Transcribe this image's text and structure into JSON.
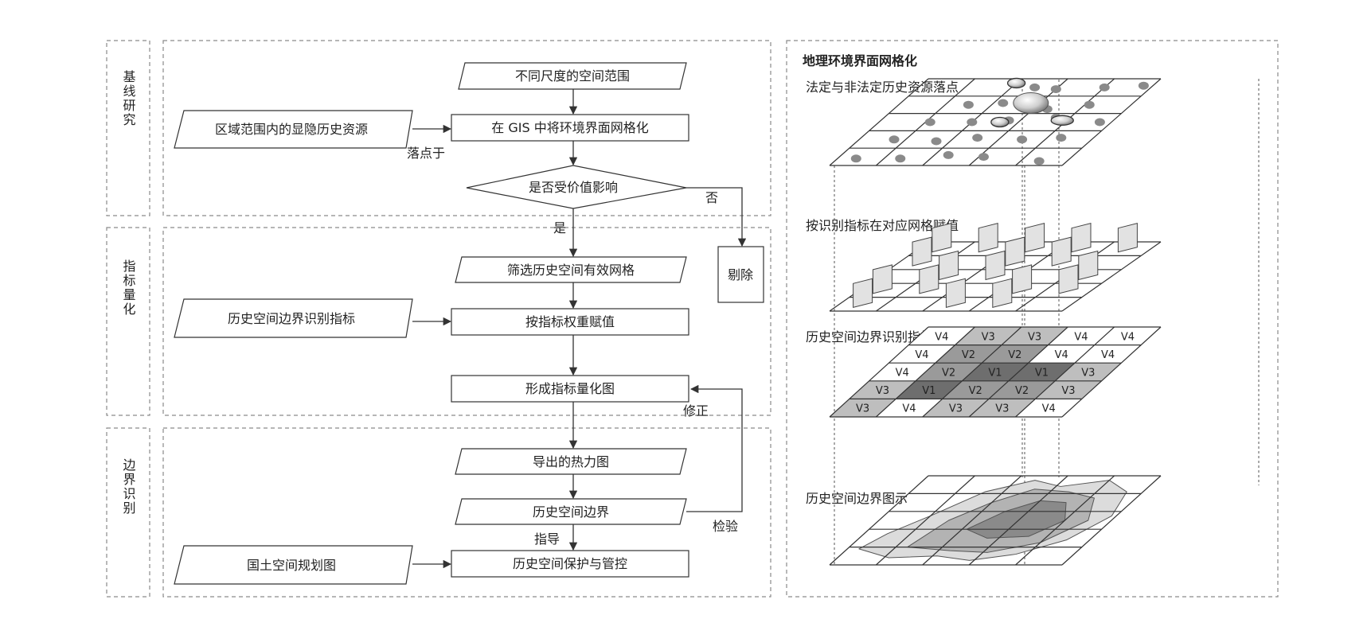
{
  "phases": [
    {
      "label": "基线研究"
    },
    {
      "label": "指标量化"
    },
    {
      "label": "边界识别"
    }
  ],
  "flow": {
    "scale_range": "不同尺度的空间范围",
    "regional_resources": "区域范围内的显隐历史资源",
    "gis_grid": "在 GIS 中将环境界面网格化",
    "land_on": "落点于",
    "value_decision": "是否受价值影响",
    "no": "否",
    "yes": "是",
    "remove": "剔除",
    "filter_grid": "筛选历史空间有效网格",
    "boundary_indicator": "历史空间边界识别指标",
    "weight_assign": "按指标权重赋值",
    "quant_map": "形成指标量化图",
    "revise": "修正",
    "heatmap": "导出的热力图",
    "boundary": "历史空间边界",
    "check": "检验",
    "guide": "指导",
    "land_plan": "国土空间规划图",
    "protect": "历史空间保护与管控"
  },
  "illustration": {
    "title": "地理环境界面网格化",
    "layer1": "法定与非法定历史资源落点",
    "layer2": "按识别指标在对应网格赋值",
    "layer3": "历史空间边界识别指标量化",
    "layer4": "历史空间边界图示",
    "cells": [
      [
        "V4",
        "V3",
        "V3",
        "V4",
        "V4"
      ],
      [
        "V4",
        "V2",
        "V2",
        "V4",
        "V4"
      ],
      [
        "V4",
        "V2",
        "V1",
        "V1",
        "V3"
      ],
      [
        "V3",
        "V1",
        "V2",
        "V2",
        "V3"
      ],
      [
        "V3",
        "V4",
        "V3",
        "V3",
        "V4"
      ]
    ],
    "colors": {
      "V1": "#6e6e6e",
      "V2": "#9a9a9a",
      "V3": "#bebebe",
      "V4": "#ffffff"
    }
  }
}
